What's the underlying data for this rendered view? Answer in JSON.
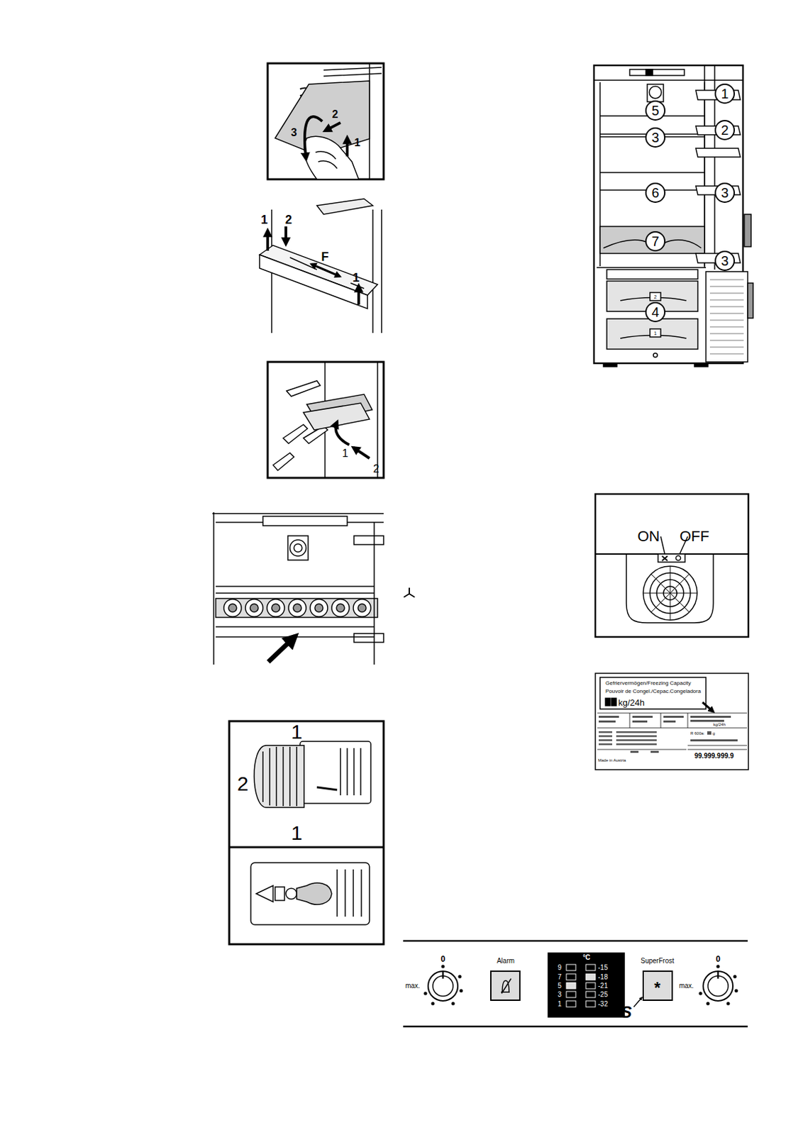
{
  "diagram": {
    "nodes": [
      {
        "text": [
          "1"
        ]
      },
      {
        "text": [
          "5"
        ]
      },
      {
        "text": [
          "2"
        ]
      },
      {
        "text": [
          "3"
        ]
      },
      {
        "text": [
          "6"
        ]
      },
      {
        "text": [
          "3"
        ]
      },
      {
        "text": [
          "7"
        ]
      },
      {
        "text": [
          "3"
        ]
      },
      {
        "text": [
          "4"
        ]
      }
    ],
    "labels": [
      "2",
      "3",
      "1",
      "1",
      "2",
      "F",
      "1",
      "1",
      "2",
      "1",
      "2",
      "1",
      "ON",
      "OFF",
      "Gefriervermögen/Freezing Capacity",
      "Pouvoir de Congel./Cepac.Congeladora",
      "kg/24h",
      "R 600a:",
      "g",
      "kg/24h",
      "99.999.999.9",
      "Made in Austria",
      "0",
      "max.",
      "Alarm",
      "°C",
      "9",
      "7",
      "5",
      "3",
      "1",
      "-15",
      "-18",
      "-21",
      "-25",
      "-32",
      "SuperFrost",
      "*",
      "S",
      "0",
      "max.",
      "2",
      "1"
    ]
  }
}
